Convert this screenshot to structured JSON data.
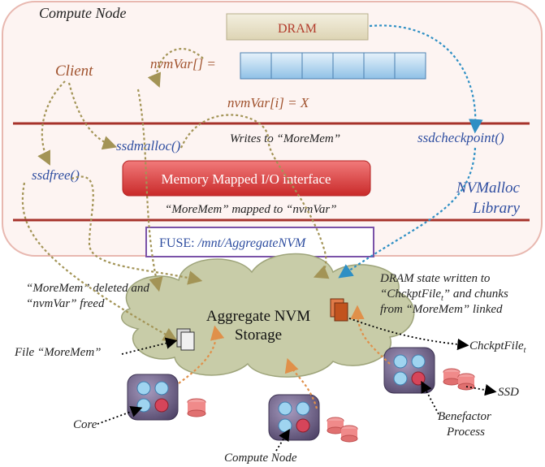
{
  "node": {
    "title": "Compute Node"
  },
  "dram": {
    "label": "DRAM"
  },
  "client": {
    "label": "Client"
  },
  "nvmvar": {
    "label": "nvmVar[] =",
    "assign": "nvmVar[i] = X"
  },
  "calls": {
    "ssdmalloc": "ssdmalloc()",
    "ssdfree": "ssdfree()",
    "ssdcheckpoint": "ssdcheckpoint()"
  },
  "writes_label": "Writes to “MoreMem”",
  "mmio": {
    "label": "Memory Mapped I/O interface"
  },
  "mapped_label": "“MoreMem” mapped to “nvmVar”",
  "library": {
    "line1": "NVMalloc",
    "line2": "Library"
  },
  "fuse": {
    "prefix": "FUSE: ",
    "path": "/mnt/AggregateNVM"
  },
  "deleted_note": {
    "line1": "“MoreMem” deleted and",
    "line2": "“nvmVar” freed"
  },
  "dram_state_note": {
    "line1": "DRAM state written to",
    "line2": "“ChckptFile",
    "line2_sub": "t",
    "line2_end": "” and chunks",
    "line3": "from “MoreMem” linked"
  },
  "cloud": {
    "line1": "Aggregate NVM",
    "line2": "Storage"
  },
  "file_label": "File “MoreMem”",
  "chckpt_label": {
    "main": "ChckptFile",
    "sub": "t"
  },
  "ssd_label": "SSD",
  "core_label": "Core",
  "benefactor": {
    "line1": "Benefactor",
    "line2": "Process"
  },
  "compute_node_bottom": "Compute Node",
  "colors": {
    "node_border": "#e8b8b0",
    "node_fill": "#fdf4f2",
    "divider": "#a6322b",
    "client_text": "#a0522d",
    "blue_text": "#2f4ea0",
    "mmio_fill": "#e04848",
    "fuse_border": "#7a52a8",
    "cloud_fill": "#c8cca8",
    "chip_fill": "#6e5f8a",
    "core_fill": "#9fd4f0",
    "active_core": "#d6455a",
    "disk_fill": "#f08a8a",
    "arrow_olive": "#a39456",
    "arrow_blue": "#2e8fc4",
    "arrow_orange": "#e0904a"
  }
}
